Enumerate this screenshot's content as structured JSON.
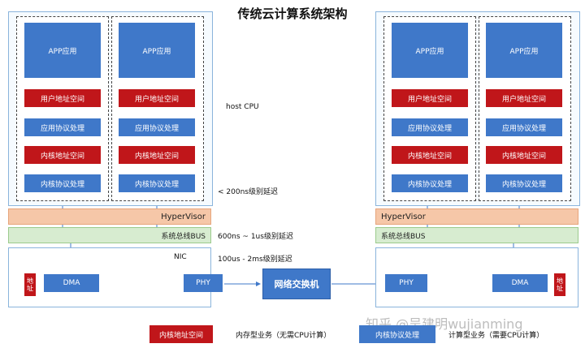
{
  "title": "传统云计算系统架构",
  "app_label": "APP应用",
  "user_space": "用户地址空间",
  "app_protocol": "应用协议处理",
  "kernel_space": "内核地址空间",
  "kernel_protocol": "内核协议处理",
  "hypervisor": "HyperVisor",
  "bus": "系统总线BUS",
  "dma": "DMA",
  "phy": "PHY",
  "address": "地址",
  "switch": "网络交换机",
  "notes": {
    "host_cpu": "host CPU",
    "lt_200ns": "< 200ns级别延迟",
    "bus_latency": "600ns ~ 1us级别延迟",
    "nic": "NIC",
    "nic_latency": "100us - 2ms级别延迟"
  },
  "legend": {
    "red_block": "内核地址空间",
    "red_desc": "内存型业务（无需CPU计算）",
    "blue_block": "内核协议处理",
    "blue_desc": "计算型业务（需要CPU计算）"
  },
  "watermark": "知乎 @吴建明wujianming",
  "colors": {
    "blue": "#3f78c9",
    "red": "#c0161a",
    "hypervisor": "#f6c7a8",
    "bus": "#d7ecd0",
    "frame": "#8ab4dc"
  }
}
